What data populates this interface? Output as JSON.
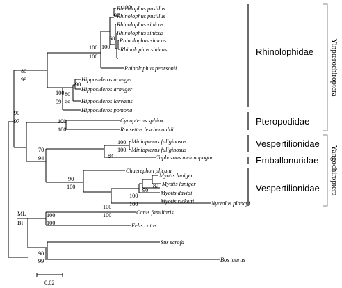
{
  "taxa": [
    "Rhinolophus pusillus",
    "Rhinolophus pusillus",
    "Rhinolophus sinicus",
    "Rhinolophus sinicus",
    "Rhinolophus sinicus",
    "Rhinolophus sinicus",
    "Rhinolophus pearsonii",
    "Hipposideros armiger",
    "Hipposideros armiger",
    "Hipposideros larvatus",
    "Hipposideros pomona",
    "Cynopterus sphinx",
    "Rousettus leschenaultii",
    "Miniopterus fuliginosus",
    "Miniopterus fuliginosus",
    "Taphozous melanopogon",
    "Chaerephon plicata",
    "Myotis laniger",
    "Myotis laniger",
    "Myotis davidi",
    "Myotis ricketti",
    "Nyctalus plancyi",
    "Canis familiaris",
    "Felis catus",
    "Sus scrofa",
    "Bos taurus"
  ],
  "support": {
    "pusillus_pair": [
      "100",
      "97"
    ],
    "sinicus_node": "68",
    "rhinolophus_core": "100",
    "rhinolophus_all": [
      "100",
      "100"
    ],
    "armiger_pair": [
      "80",
      "90"
    ],
    "armiger_larvatus": [
      "80",
      "99"
    ],
    "hipposideros_all": [
      "100",
      "99"
    ],
    "rhinolophoidea": [
      "80",
      "99"
    ],
    "pteropodidae": [
      "100",
      "100"
    ],
    "miniopterus_pair": [
      "100",
      "100"
    ],
    "mini_tapho": "84",
    "myotis_laniger_pair": "82",
    "myotis_davidi_node": "90",
    "myotis_all": [
      "100",
      "100"
    ],
    "myotis_nyctalus": [
      "100",
      "100"
    ],
    "vesper_group": [
      "90",
      "100"
    ],
    "yango_core": [
      "70",
      "94"
    ],
    "chiroptera": [
      "90",
      "97"
    ],
    "carnivora": [
      "100",
      "100"
    ],
    "cetartiodactyla": [
      "90",
      "99"
    ],
    "method_top": "ML",
    "method_bottom": "BI"
  },
  "families": {
    "rhinolophidae": "Rhinolophidae",
    "pteropodidae": "Pteropodidae",
    "vespertilionidae_1": "Vespertilionidae",
    "emballonuridae": "Emballonuridae",
    "vespertilionidae_2": "Vespertilionidae"
  },
  "suborders": {
    "yinpterochiroptera": "Yinpterochiroptera",
    "yangochiroptera": "Yangochiroptera"
  },
  "scale_bar": {
    "label": "0.02"
  }
}
